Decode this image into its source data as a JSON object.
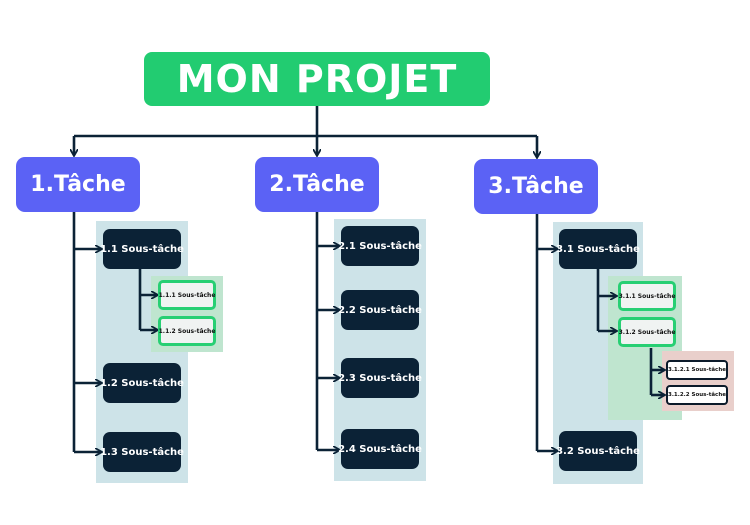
{
  "title": "MON PROJET",
  "colors": {
    "root": "#22cc71",
    "task": "#5b62f5",
    "subtask": "#0b2236",
    "connector": "#0b2236",
    "panel_blue": "#cde3e8",
    "panel_green": "#bfe5cf",
    "panel_pink": "#e9cfcb"
  },
  "tasks": [
    {
      "label": "1.Tâche",
      "subtasks": [
        {
          "label": "1.1 Sous-tâche",
          "children": [
            {
              "label": "1.1.1 Sous-tâche"
            },
            {
              "label": "1.1.2 Sous-tâche"
            }
          ]
        },
        {
          "label": "1.2 Sous-tâche"
        },
        {
          "label": "1.3 Sous-tâche"
        }
      ]
    },
    {
      "label": "2.Tâche",
      "subtasks": [
        {
          "label": "2.1 Sous-tâche"
        },
        {
          "label": "2.2 Sous-tâche"
        },
        {
          "label": "2.3 Sous-tâche"
        },
        {
          "label": "2.4 Sous-tâche"
        }
      ]
    },
    {
      "label": "3.Tâche",
      "subtasks": [
        {
          "label": "3.1 Sous-tâche",
          "children": [
            {
              "label": "3.1.1 Sous-tâche"
            },
            {
              "label": "3.1.2 Sous-tâche",
              "children": [
                {
                  "label": "3.1.2.1 Sous-tâche"
                },
                {
                  "label": "3.1.2.2 Sous-tâche"
                }
              ]
            }
          ]
        },
        {
          "label": "3.2 Sous-tâche"
        }
      ]
    }
  ]
}
